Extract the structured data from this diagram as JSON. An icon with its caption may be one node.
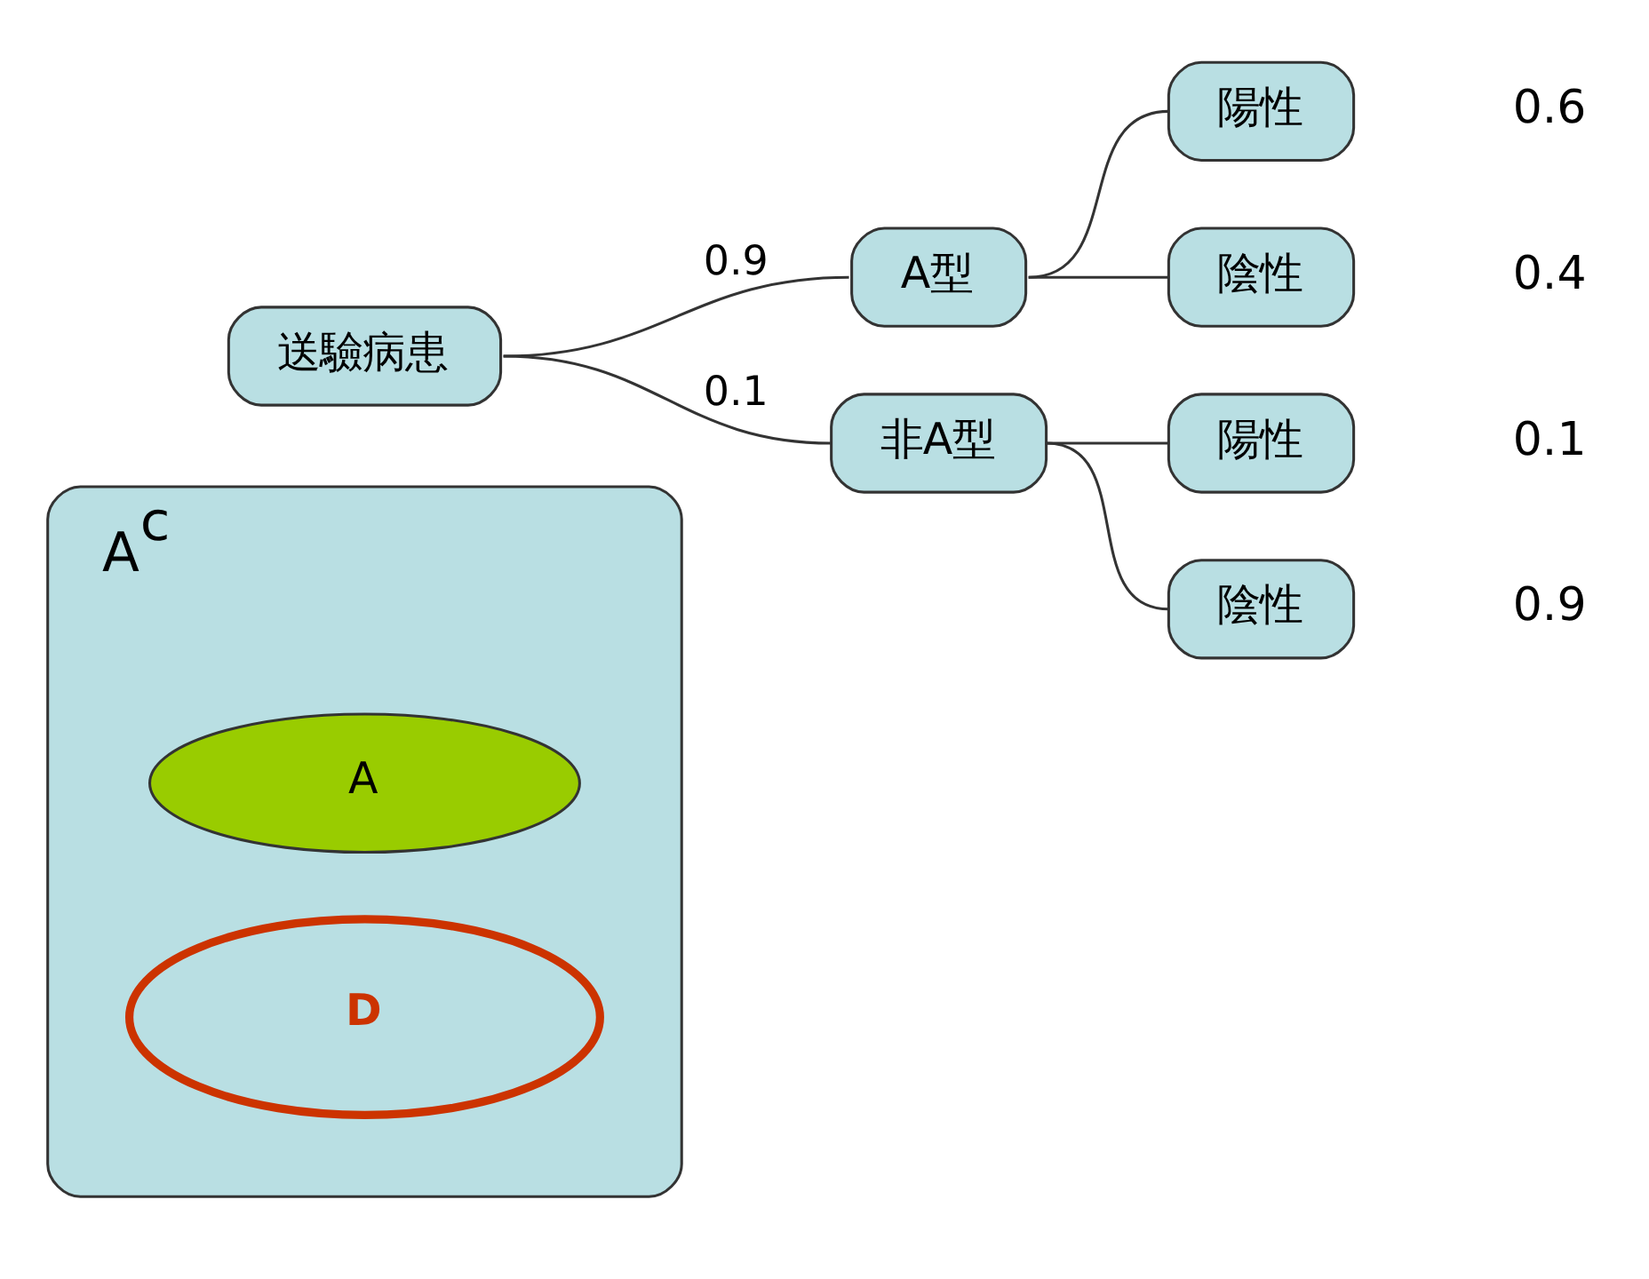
{
  "diagram": {
    "nodes": [
      {
        "text": [
          "A$^{c}$"
        ]
      },
      {
        "text": [
          "A"
        ],
        "in": 0
      },
      {
        "text": [
          "D"
        ],
        "in": 0
      },
      {
        "text": [
          "送驗病患"
        ]
      },
      {
        "text": [
          "A型"
        ]
      },
      {
        "text": [
          "非A型"
        ]
      },
      {
        "text": [
          "陽性"
        ],
        "beside": [
          "0.6"
        ]
      },
      {
        "text": [
          "陰性"
        ],
        "beside": [
          "0.4"
        ]
      },
      {
        "text": [
          "陽性"
        ],
        "beside": [
          "0.1"
        ]
      },
      {
        "text": [
          "陰性"
        ],
        "beside": [
          "0.9"
        ]
      }
    ],
    "edges": [
      {
        "from": 3,
        "to": 4,
        "arrow": "none",
        "label": "0.9"
      },
      {
        "from": 3,
        "to": 5,
        "arrow": "none",
        "label": "0.1"
      },
      {
        "from": 4,
        "to": 6,
        "arrow": "none"
      },
      {
        "from": 4,
        "to": 7,
        "arrow": "none"
      },
      {
        "from": 5,
        "to": 8,
        "arrow": "none"
      },
      {
        "from": 5,
        "to": 9,
        "arrow": "none"
      }
    ]
  }
}
